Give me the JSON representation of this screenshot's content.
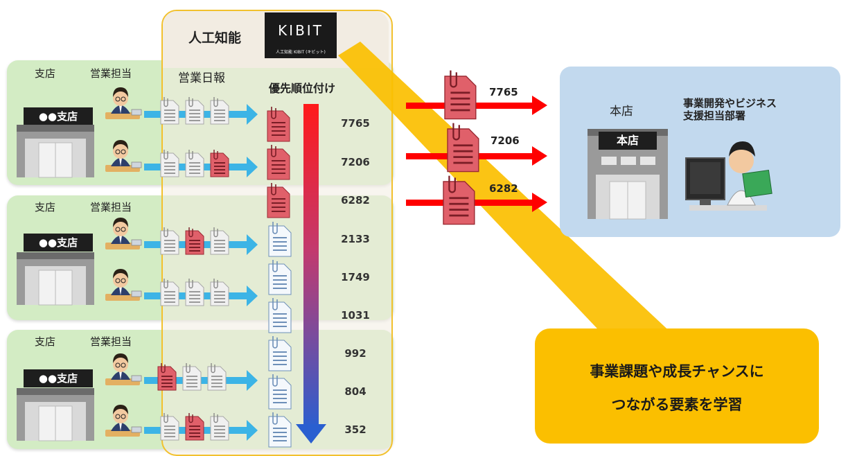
{
  "ai_panel": {
    "title": "人工知能",
    "logo_text": "KIBIT",
    "logo_subtitle": "人工知能 KIBIT (キビット)",
    "report_label": "営業日報",
    "priority_label": "優先順位付け"
  },
  "branches": [
    {
      "label": "支店",
      "staff_label": "営業担当",
      "sign": "●●支店"
    },
    {
      "label": "支店",
      "staff_label": "営業担当",
      "sign": "●●支店"
    },
    {
      "label": "支店",
      "staff_label": "営業担当",
      "sign": "●●支店"
    }
  ],
  "scores": [
    "7765",
    "7206",
    "6282",
    "2133",
    "1749",
    "1031",
    "992",
    "804",
    "352"
  ],
  "forwarded_scores": [
    "7765",
    "7206",
    "6282"
  ],
  "head_office": {
    "label": "本店",
    "sign": "本店",
    "department": "事業開発やビジネス\n支援担当部署"
  },
  "callout": {
    "line1": "事業課題や成長チャンスに",
    "line2": "つながる要素を学習"
  },
  "colors": {
    "branch_bg": "#d3ecc4",
    "ai_panel_bg": "#f2ece2",
    "ai_panel_border": "#f2c12e",
    "callout_bg": "#fbbf00",
    "head_office_bg": "#c2d9ee",
    "arrow_red": "#ff0000",
    "doc_red": "#e0606a",
    "connector_blue": "#3cb4e6"
  }
}
